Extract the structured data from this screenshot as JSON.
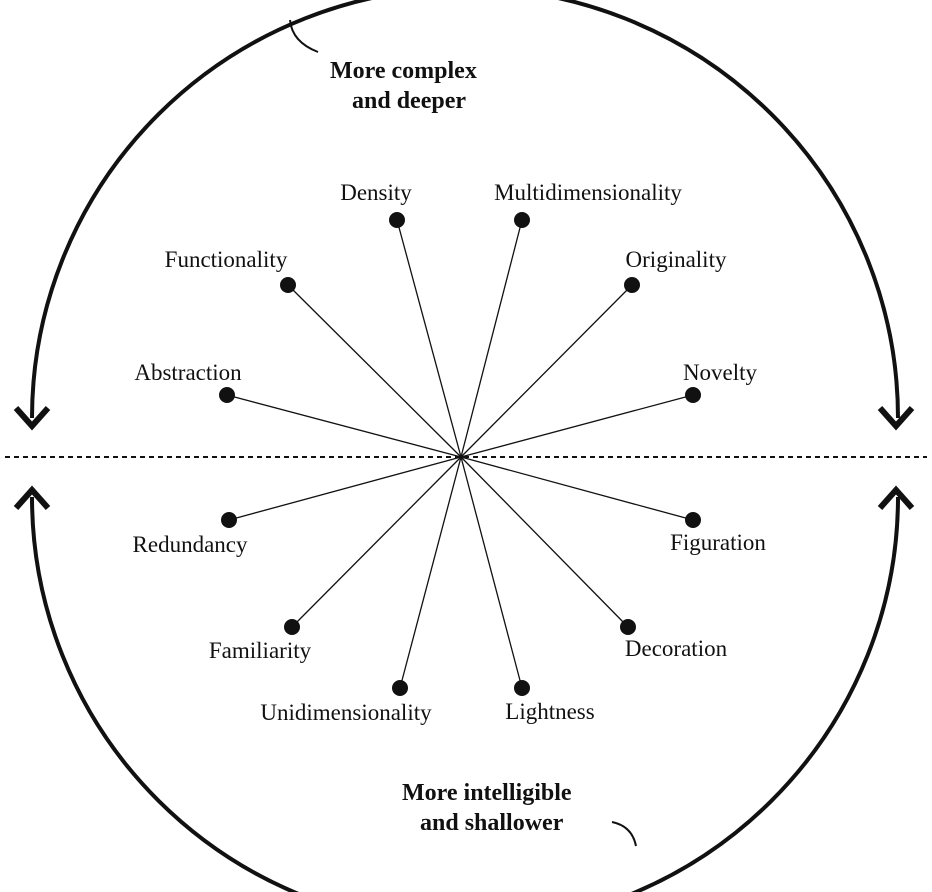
{
  "top_note": {
    "line1": "More complex",
    "line2": "and deeper"
  },
  "bottom_note": {
    "line1": "More intelligible",
    "line2": "and shallower"
  },
  "spokes": {
    "density": "Density",
    "multidimensionality": "Multidimensionality",
    "functionality": "Functionality",
    "originality": "Originality",
    "abstraction": "Abstraction",
    "novelty": "Novelty",
    "redundancy": "Redundancy",
    "figuration": "Figuration",
    "familiarity": "Familiarity",
    "decoration": "Decoration",
    "unidimensionality": "Unidimensionality",
    "lightness": "Lightness"
  }
}
